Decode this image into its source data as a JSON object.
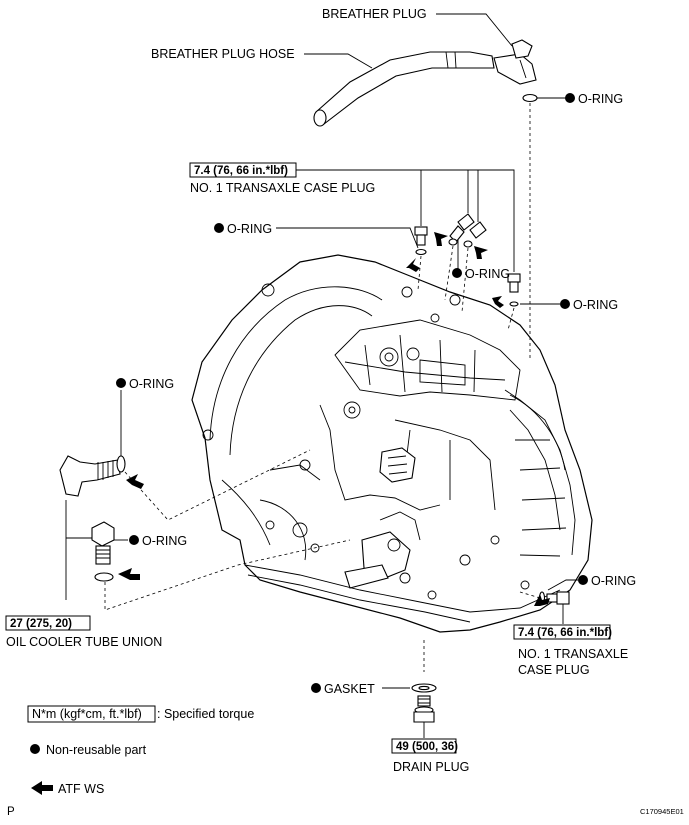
{
  "labels": {
    "breather_plug": "BREATHER PLUG",
    "breather_plug_hose": "BREATHER PLUG HOSE",
    "oring": "O-RING",
    "torque_top": "7.4 (76, 66 in.*lbf)",
    "case_plug_top": "NO. 1 TRANSAXLE CASE PLUG",
    "torque_union": "27 (275, 20)",
    "union": "OIL COOLER TUBE UNION",
    "torque_right": "7.4 (76, 66 in.*lbf)",
    "case_plug_right_1": "NO. 1 TRANSAXLE",
    "case_plug_right_2": "CASE PLUG",
    "gasket": "GASKET",
    "torque_drain": "49 (500, 36)",
    "drain_plug": "DRAIN PLUG"
  },
  "legend": {
    "torque_unit": "N*m (kgf*cm, ft.*lbf)",
    "torque_desc": ": Specified torque",
    "nonreusable": "Non-reusable part",
    "atf": "ATF WS"
  },
  "footer": {
    "left": "P",
    "right": "C170945E01"
  }
}
